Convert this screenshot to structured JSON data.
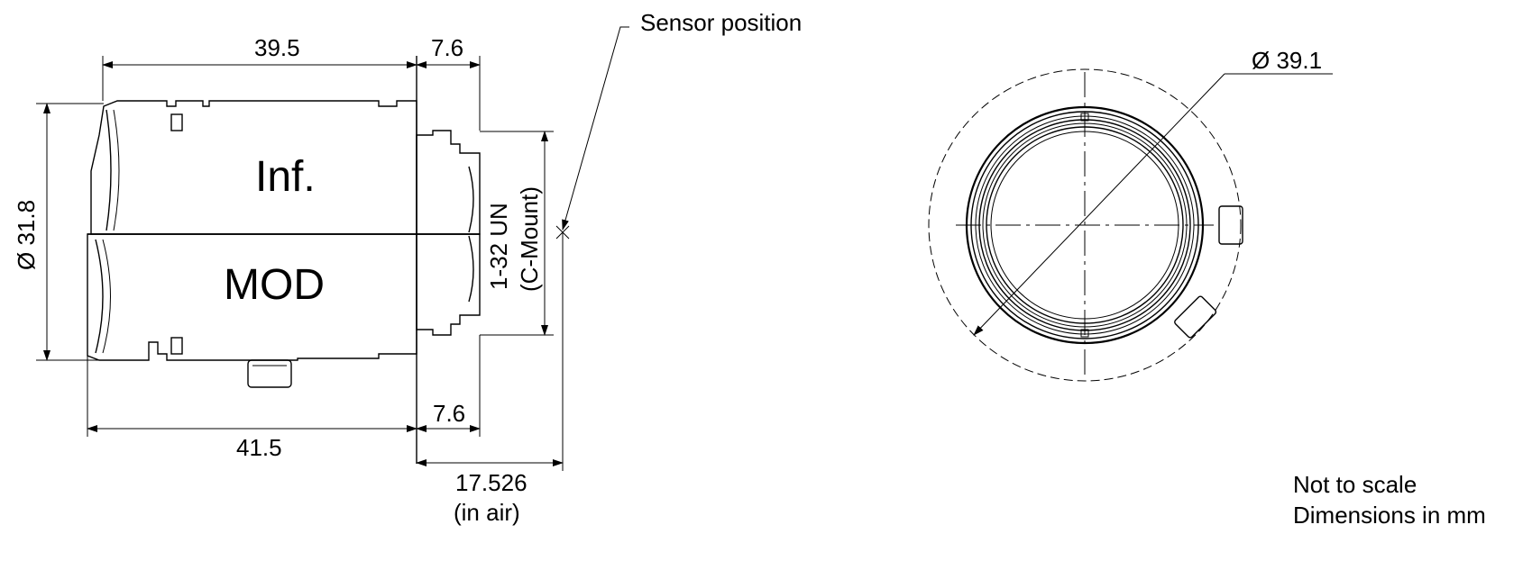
{
  "side_view": {
    "labels": {
      "top_section": "Inf.",
      "bottom_section": "MOD"
    },
    "dimensions": {
      "body_length_top": "39.5",
      "mount_length_top": "7.6",
      "body_diameter": "Ø 31.8",
      "body_length_bottom": "41.5",
      "mount_length_bottom": "7.6",
      "flange_distance": "17.526",
      "flange_distance_note": "(in air)",
      "thread_spec": "1-32 UN",
      "thread_type": "(C-Mount)"
    },
    "sensor_label": "Sensor position"
  },
  "front_view": {
    "outer_diameter": "Ø 39.1"
  },
  "notes": {
    "scale": "Not to scale",
    "units": "Dimensions in mm"
  }
}
